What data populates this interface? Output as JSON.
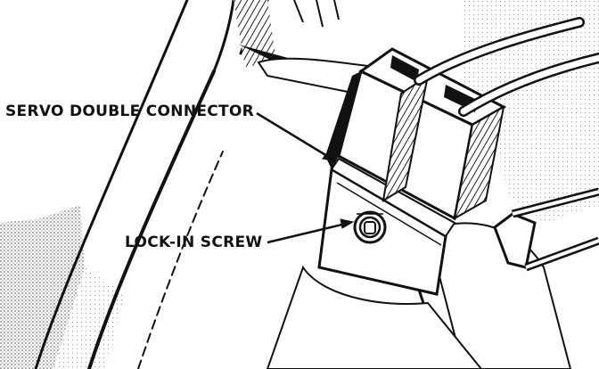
{
  "diagram": {
    "callouts": [
      {
        "id": "servo",
        "label": "SERVO DOUBLE CONNECTOR"
      },
      {
        "id": "lock",
        "label": "LOCK-IN SCREW"
      }
    ],
    "colors": {
      "ink": "#111111",
      "paper": "#ffffff",
      "halftone": "#8a8a8a"
    }
  }
}
